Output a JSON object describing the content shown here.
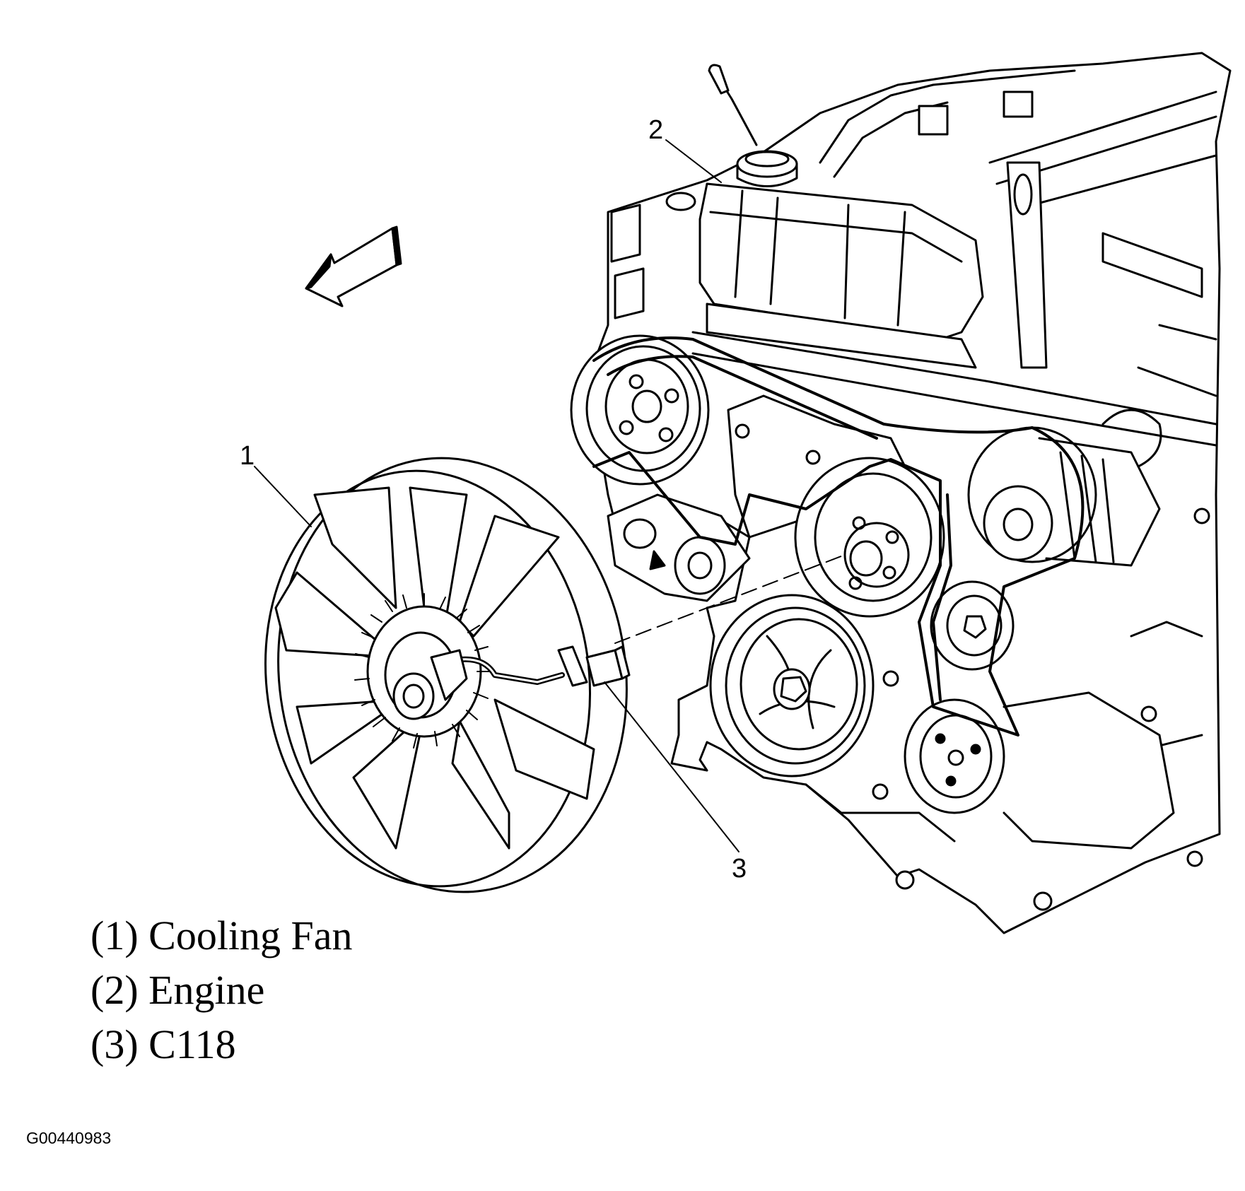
{
  "callouts": {
    "c1": "1",
    "c2": "2",
    "c3": "3"
  },
  "legend": [
    {
      "text": "(1) Cooling Fan"
    },
    {
      "text": "(2) Engine"
    },
    {
      "text": "(3) C118"
    }
  ],
  "figure_id": "G00440983",
  "colors": {
    "ink": "#000000",
    "paper": "#ffffff"
  }
}
